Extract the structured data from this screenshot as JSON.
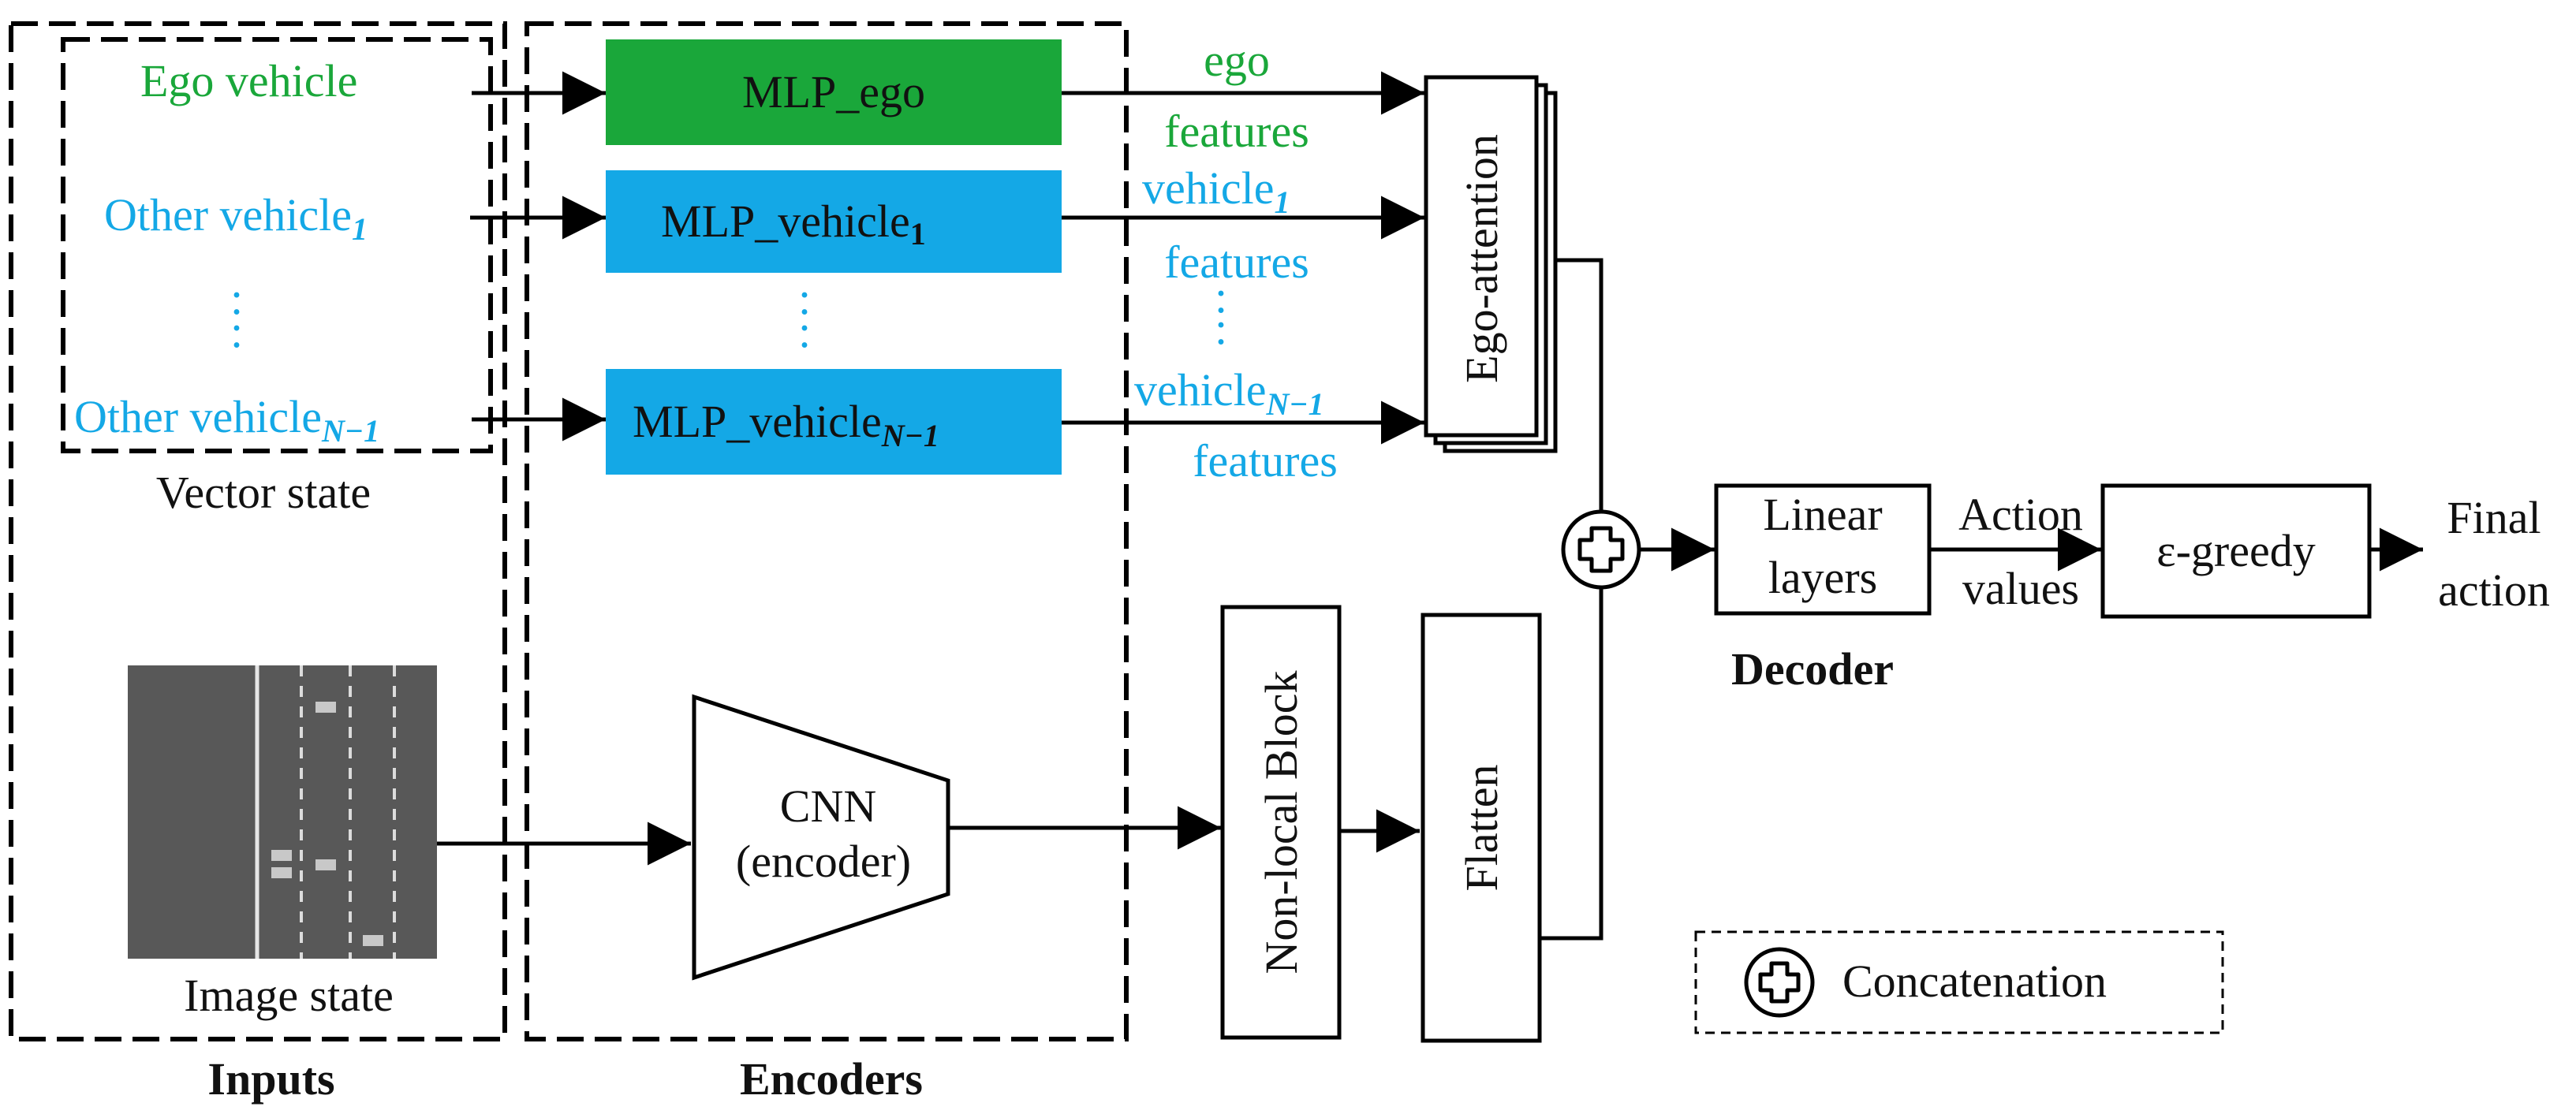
{
  "inputs": {
    "ego_vehicle": "Ego vehicle",
    "other_vehicle_1": "Other vehicle",
    "other_vehicle_1_sub": "1",
    "dots": ":",
    "other_vehicle_n": "Other vehicle",
    "other_vehicle_n_sub": "N−1",
    "vector_state_label": "Vector state",
    "image_state_label": "Image state",
    "group_label": "Inputs"
  },
  "encoders": {
    "mlp_ego": "MLP_ego",
    "mlp_vehicle_1": "MLP_vehicle",
    "mlp_vehicle_1_sub": "1",
    "dots": ":",
    "mlp_vehicle_n": "MLP_vehicle",
    "mlp_vehicle_n_sub": "N−1",
    "cnn_line1": "CNN",
    "cnn_line2": "(encoder)",
    "group_label": "Encoders"
  },
  "features": {
    "ego_line1": "ego",
    "ego_line2": "features",
    "veh1_line1": "vehicle",
    "veh1_sub": "1",
    "veh1_line2": "features",
    "dots": ":",
    "vehn_line1": "vehicle",
    "vehn_sub": "N−1",
    "vehn_line2": "features"
  },
  "middle": {
    "ego_attention": "Ego-attention",
    "non_local_block": "Non-local Block",
    "flatten": "Flatten"
  },
  "decoder": {
    "linear_line1": "Linear",
    "linear_line2": "layers",
    "action_line1": "Action",
    "action_line2": "values",
    "greedy": "ε-greedy",
    "final_line1": "Final",
    "final_line2": "action",
    "group_label": "Decoder"
  },
  "legend": {
    "concatenation": "Concatenation"
  },
  "colors": {
    "ego_green": "#1aa73a",
    "vehicle_blue": "#14a8e6",
    "road_gray": "#585858"
  }
}
